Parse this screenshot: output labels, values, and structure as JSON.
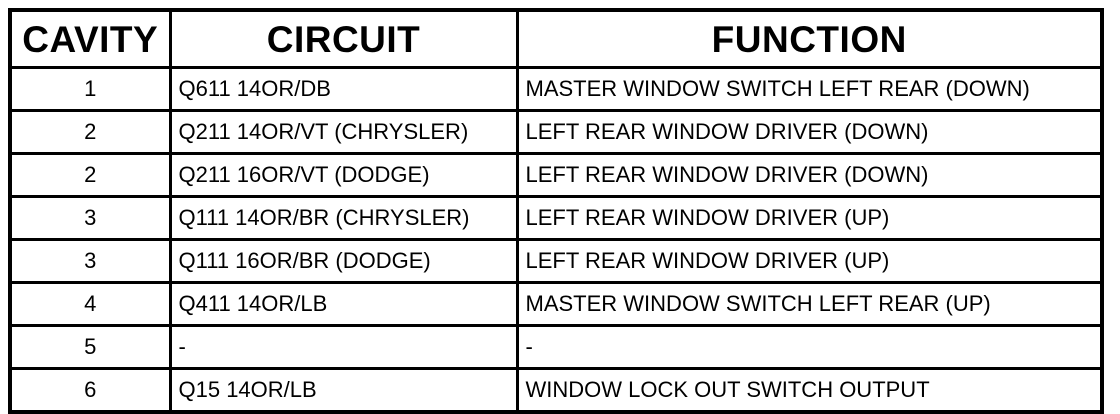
{
  "table": {
    "headers": {
      "cavity": "CAVITY",
      "circuit": "CIRCUIT",
      "function": "FUNCTION"
    },
    "rows": [
      {
        "cavity": "1",
        "circuit": "Q611 14OR/DB",
        "function": "MASTER WINDOW SWITCH LEFT REAR (DOWN)"
      },
      {
        "cavity": "2",
        "circuit": "Q211 14OR/VT (CHRYSLER)",
        "function": "LEFT REAR WINDOW DRIVER (DOWN)"
      },
      {
        "cavity": "2",
        "circuit": "Q211 16OR/VT (DODGE)",
        "function": "LEFT REAR WINDOW DRIVER (DOWN)"
      },
      {
        "cavity": "3",
        "circuit": "Q111 14OR/BR (CHRYSLER)",
        "function": "LEFT REAR WINDOW DRIVER (UP)"
      },
      {
        "cavity": "3",
        "circuit": "Q111 16OR/BR (DODGE)",
        "function": "LEFT REAR WINDOW DRIVER (UP)"
      },
      {
        "cavity": "4",
        "circuit": "Q411 14OR/LB",
        "function": "MASTER WINDOW SWITCH LEFT REAR (UP)"
      },
      {
        "cavity": "5",
        "circuit": "-",
        "function": "-"
      },
      {
        "cavity": "6",
        "circuit": "Q15 14OR/LB",
        "function": "WINDOW LOCK OUT SWITCH OUTPUT"
      }
    ]
  }
}
